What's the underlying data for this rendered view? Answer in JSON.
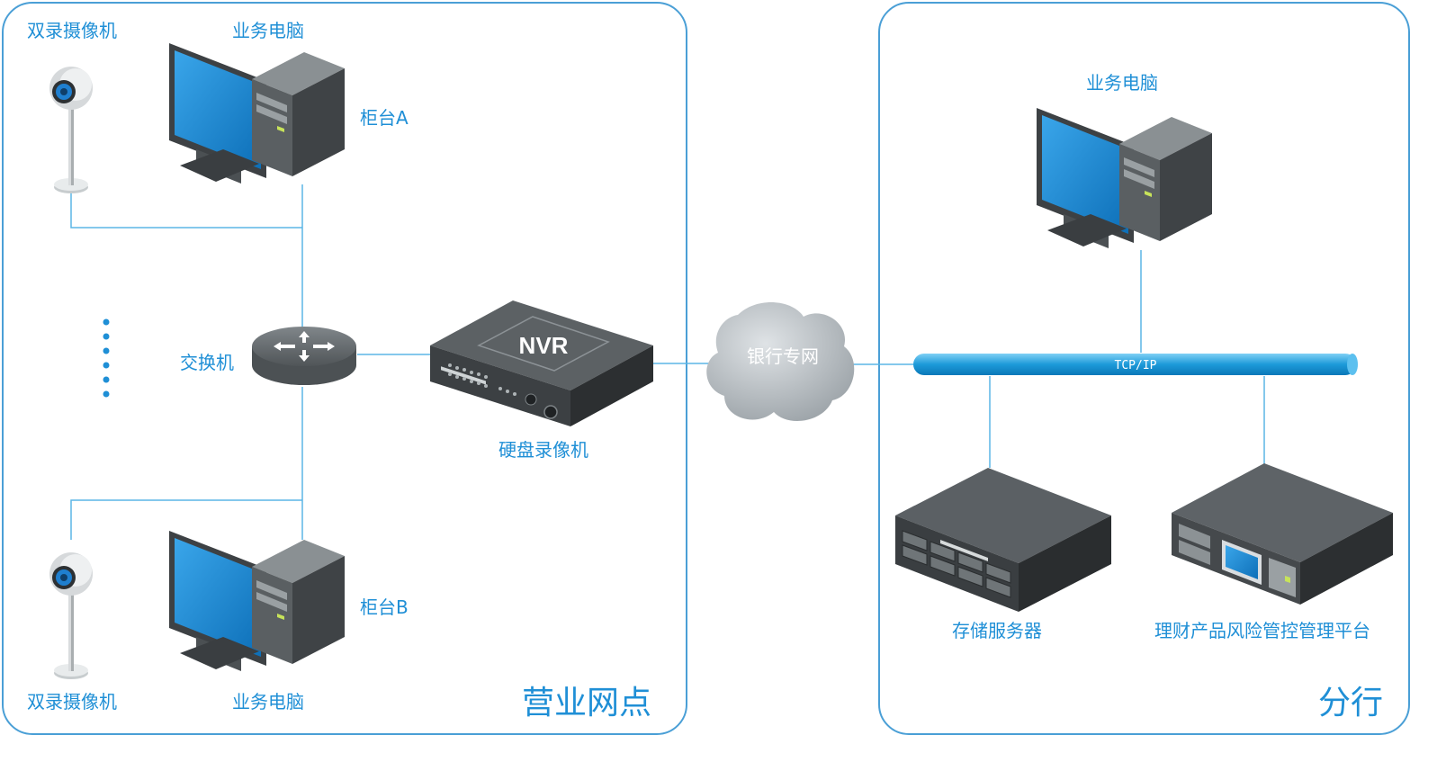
{
  "zones": {
    "left_title": "营业网点",
    "right_title": "分行"
  },
  "nodes": {
    "camera_top": "双录摄像机",
    "pc_top": "业务电脑",
    "counter_a": "柜台A",
    "switch": "交换机",
    "nvr_label": "NVR",
    "nvr": "硬盘录像机",
    "cloud": "银行专网",
    "counter_b": "柜台B",
    "camera_bottom": "双录摄像机",
    "pc_bottom": "业务电脑",
    "pc_branch": "业务电脑",
    "bus": "TCP/IP",
    "storage": "存储服务器",
    "platform": "理财产品风险管控管理平台"
  },
  "colors": {
    "accent": "#1f8fd6",
    "line": "#5bb6e6",
    "screen": "#1b84d4",
    "device_dark": "#3f4346",
    "device_mid": "#585d61",
    "device_light": "#707679"
  }
}
